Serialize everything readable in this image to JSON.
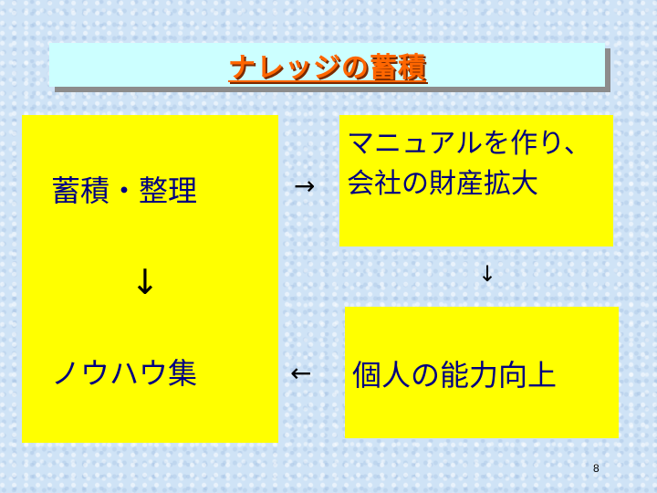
{
  "slide": {
    "title": "ナレッジの蓄積",
    "page_number": "8"
  },
  "nodes": {
    "accumulate": "蓄積・整理",
    "knowhow": "ノウハウ集",
    "manual": "マニュアルを作り、会社の財産拡大",
    "ability": "個人の能力向上"
  },
  "arrows": {
    "accumulate_to_knowhow": "↓",
    "accumulate_to_manual": "→",
    "manual_to_ability": "↓",
    "ability_to_knowhow": "←"
  },
  "colors": {
    "background": "#cfe3f6",
    "title_bar": "#ccffff",
    "title_text": "#ff6600",
    "box_fill": "#ffff00",
    "node_text": "#000080"
  }
}
